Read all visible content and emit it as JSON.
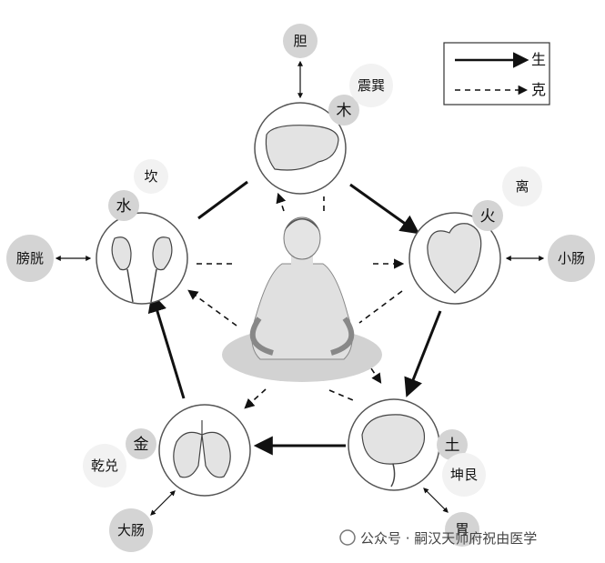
{
  "legend": {
    "solid_label": "生",
    "dashed_label": "克"
  },
  "elements": {
    "wood": {
      "element": "木",
      "trigram": "震巽",
      "organ": "胆"
    },
    "fire": {
      "element": "火",
      "trigram": "离",
      "organ": "小肠"
    },
    "earth": {
      "element": "土",
      "trigram": "坤艮",
      "organ": "胃"
    },
    "metal": {
      "element": "金",
      "trigram": "乾兑",
      "organ": "大肠"
    },
    "water": {
      "element": "水",
      "trigram": "坎",
      "organ": "膀胱"
    }
  },
  "watermark": "公众号 · 嗣汉天师府祝由医学",
  "colors": {
    "badge": "#d4d4d4",
    "line": "#111111",
    "circle_stroke": "#555555"
  }
}
